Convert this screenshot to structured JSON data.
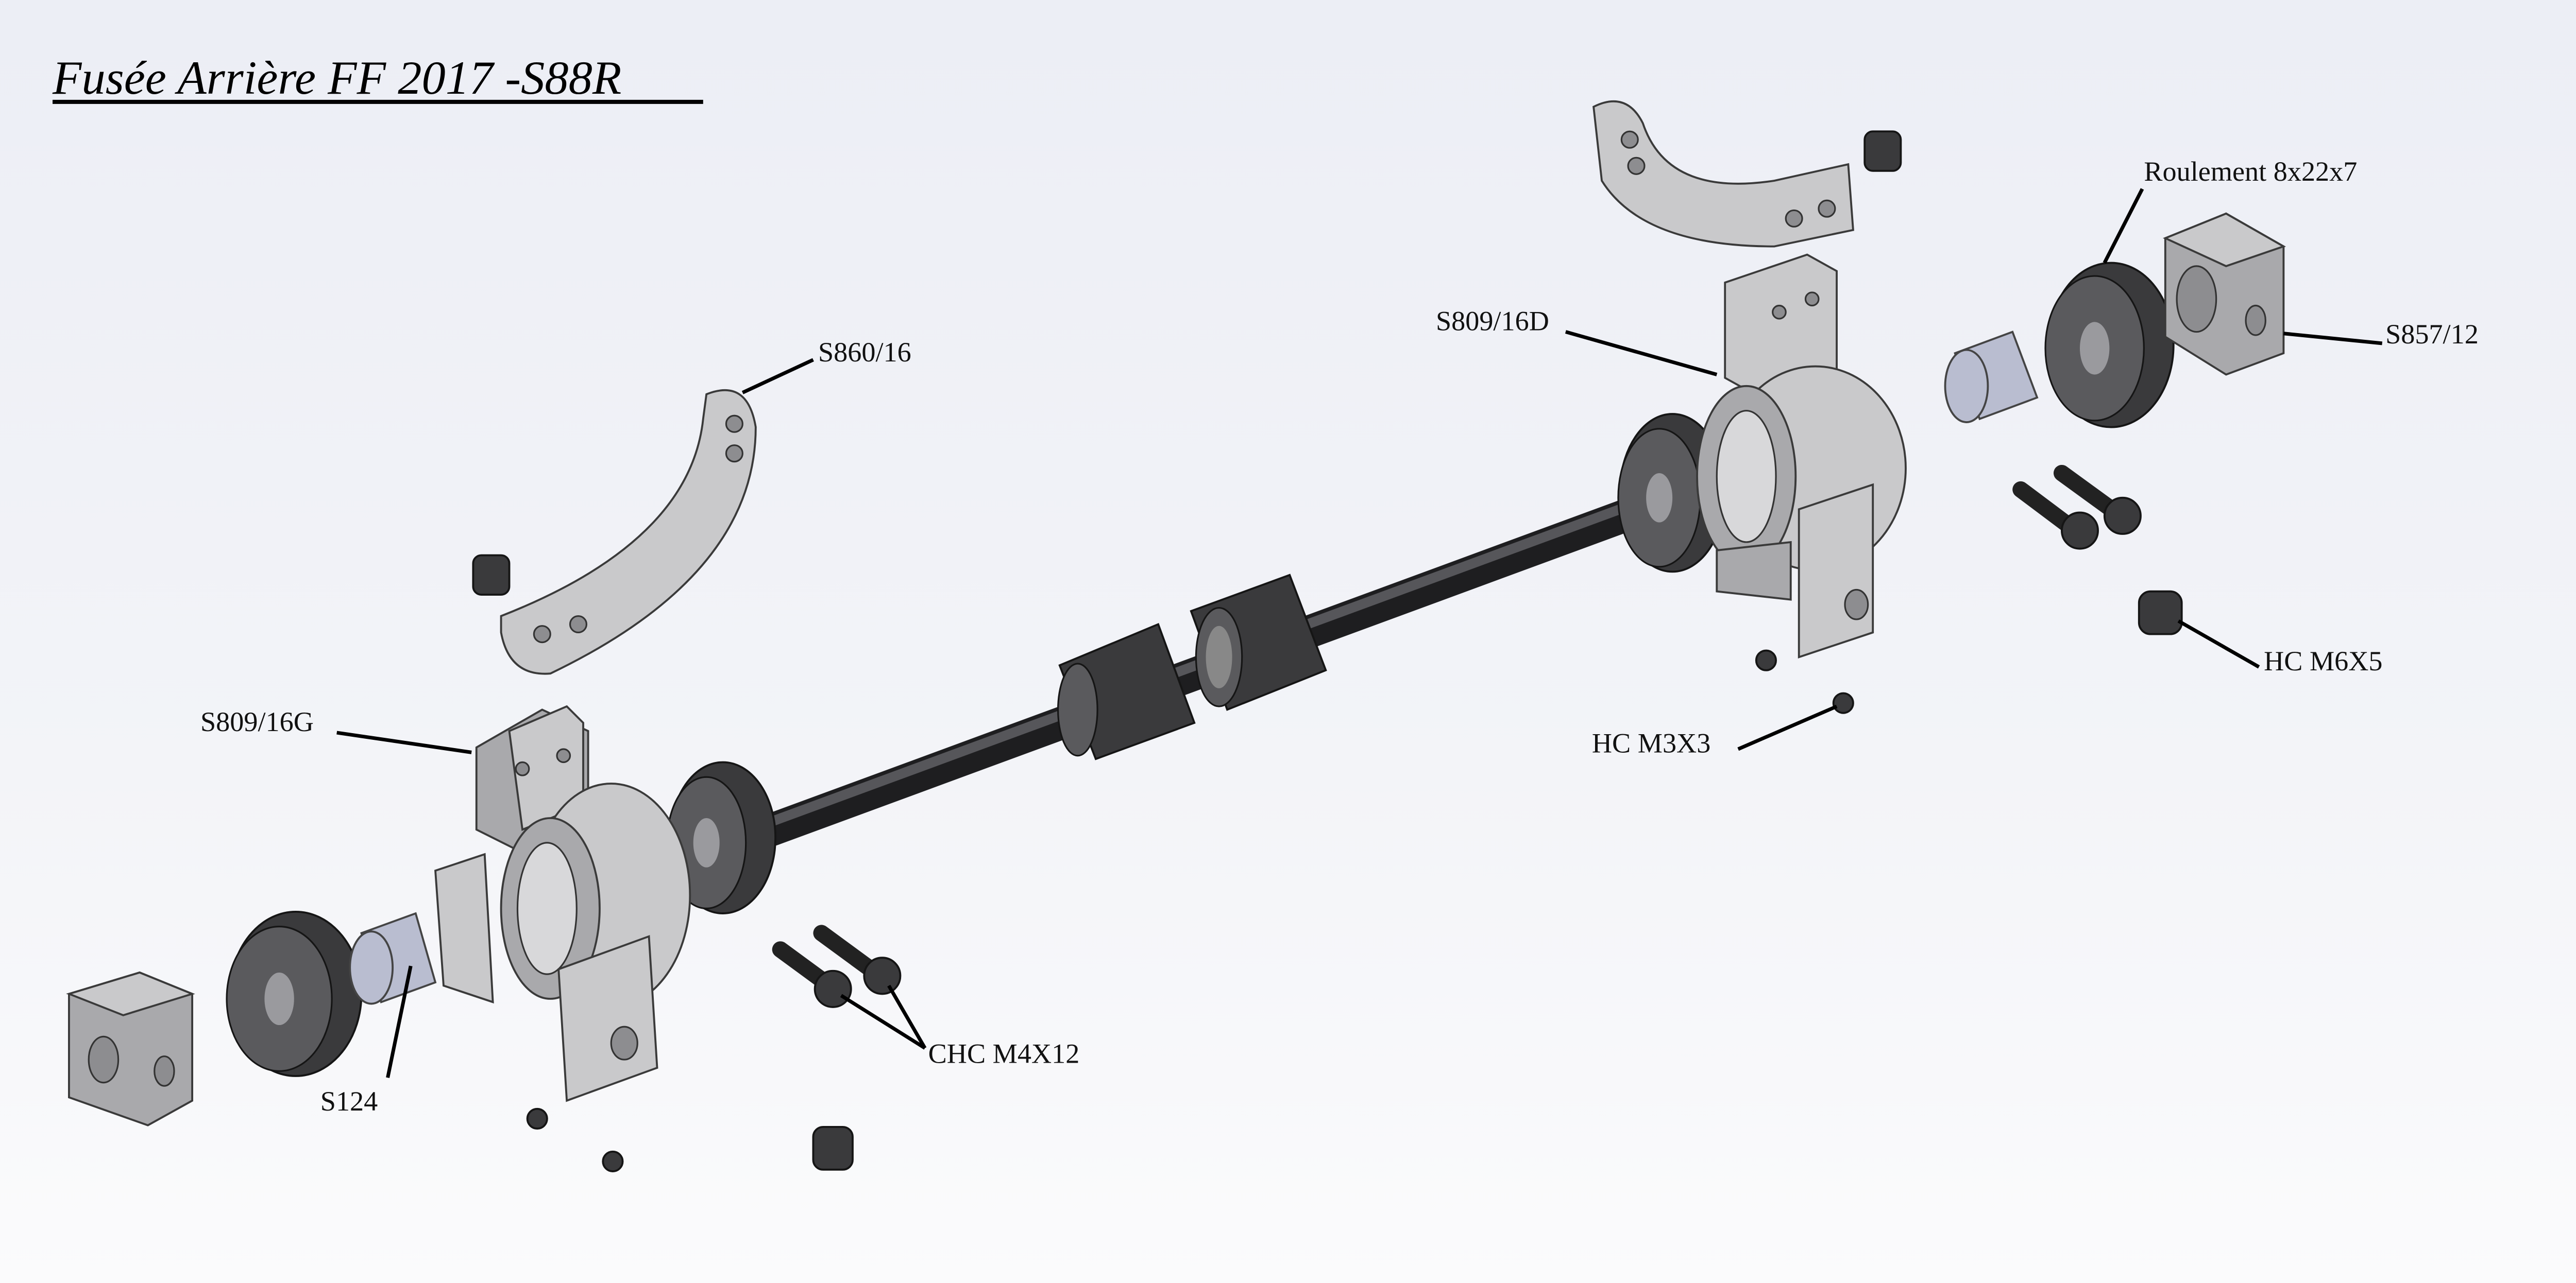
{
  "title": "Fusée Arrière FF 2017 -S88R",
  "labels": {
    "s860": "S860/16",
    "s809g": "S809/16G",
    "s124": "S124",
    "chc": "CHC M4X12",
    "hc_m3": "HC M3X3",
    "hc_m6": "HC M6X5",
    "s857": "S857/12",
    "roulement": "Roulement 8x22x7",
    "s809d": "S809/16D"
  },
  "colors": {
    "background": "#f4f5f9",
    "aluminium": "#c9c9cb",
    "steel_dark": "#3a3a3c",
    "bushing": "#b9bdd0"
  }
}
